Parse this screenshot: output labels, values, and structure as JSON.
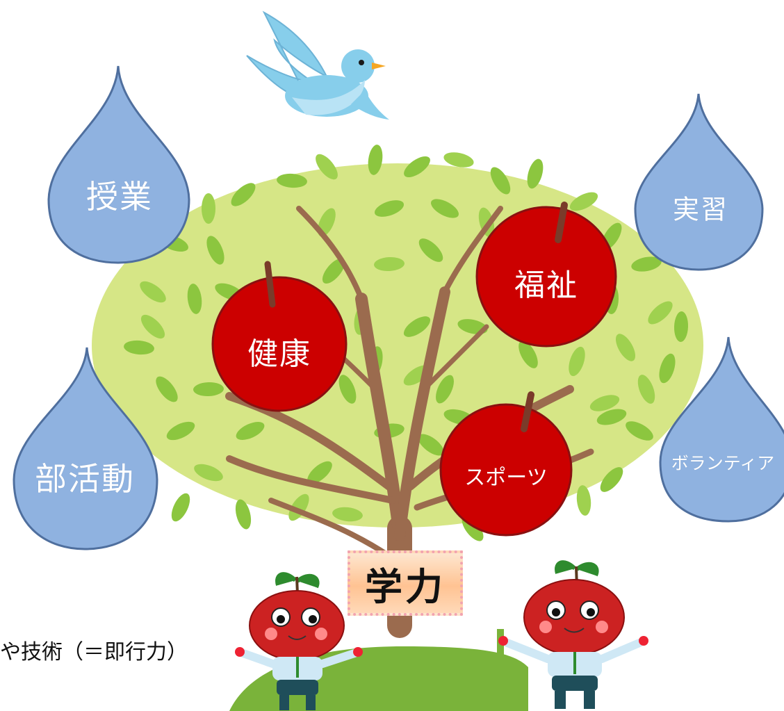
{
  "drops": [
    {
      "id": "lessons",
      "label": "授業"
    },
    {
      "id": "practice",
      "label": "実習"
    },
    {
      "id": "clubs",
      "label": "部活動"
    },
    {
      "id": "volunteer",
      "label": "ボランティア"
    }
  ],
  "apples": [
    {
      "id": "health",
      "label": "健康"
    },
    {
      "id": "welfare",
      "label": "福祉"
    },
    {
      "id": "sports",
      "label": "スポーツ"
    }
  ],
  "sign": {
    "label": "学力"
  },
  "caption": "や技術（＝即行力）",
  "colors": {
    "drop_fill": "#8fb2e0",
    "drop_stroke": "#4f6f9e",
    "apple_fill": "#cc0000",
    "apple_stroke": "#8a1010",
    "canopy": "#d6e686",
    "leaf": "#8cc63f",
    "trunk": "#9b6b4e",
    "bird": "#87ceeb",
    "ground": "#7ab33a"
  },
  "icons": [
    "bird-icon",
    "apple-mascot-icon"
  ]
}
